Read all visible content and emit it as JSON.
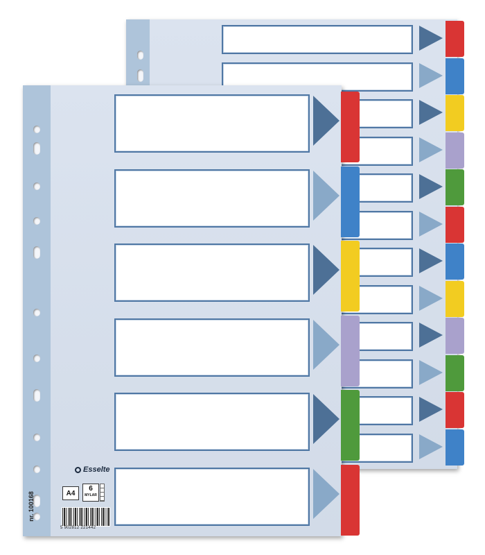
{
  "brand": "Esselte",
  "paper_size": "A4",
  "tab_count": "6",
  "tab_material": "MYLAR",
  "product_number": "nr. 100168",
  "barcode_number": "5 902812 221442",
  "colors": {
    "sheet": "#d7dfeb",
    "binding_strip": "#aec4da",
    "label_border": "#4f77a4",
    "arrow_dark": "#4d7096",
    "arrow_light": "#89a9c8",
    "red": "#d93534",
    "blue": "#3f82c8",
    "yellow": "#f2cc21",
    "lilac": "#a9a1cc",
    "green": "#4f9a3c"
  },
  "front_divider_tabs": [
    "red",
    "blue",
    "yellow",
    "lilac",
    "green",
    "red"
  ],
  "back_divider_tabs": [
    "red",
    "blue",
    "yellow",
    "lilac",
    "green",
    "red",
    "blue",
    "yellow",
    "lilac",
    "green",
    "red",
    "blue"
  ]
}
